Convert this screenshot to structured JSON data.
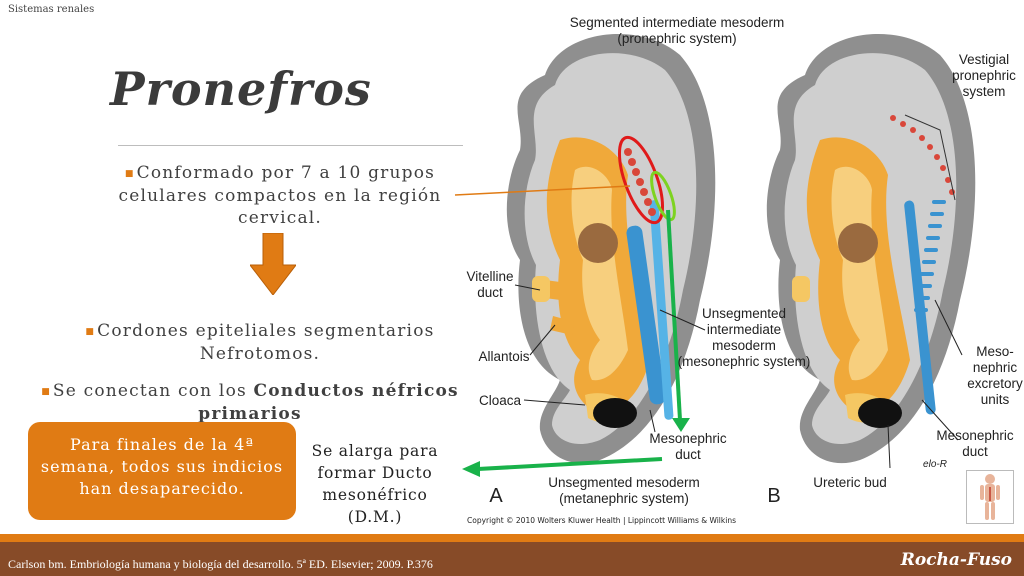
{
  "header": {
    "label": "Sistemas renales"
  },
  "title": "Pronefros",
  "bullets": [
    "Conformado por 7 a 10 grupos celulares compactos en la región cervical.",
    "Cordones epiteliales segmentarios Nefrotomos.",
    "Se conectan con los "
  ],
  "bullet3_bold": "Conductos néfricos primarios",
  "orange_box": "Para finales de la 4ª semana, todos sus indicios han desaparecido.",
  "side_note": "Se alarga para formar Ducto mesonéfrico (D.M.)",
  "figure": {
    "labels": {
      "segmented": "Segmented intermediate mesoderm",
      "segmented_sub": "(pronephric system)",
      "vestigial_1": "Vestigial",
      "vestigial_2": "pronephric",
      "vestigial_3": "system",
      "vitelline_1": "Vitelline",
      "vitelline_2": "duct",
      "allantois": "Allantois",
      "cloaca": "Cloaca",
      "unseg_1": "Unsegmented",
      "unseg_2": "intermediate",
      "unseg_3": "mesoderm",
      "unseg_4": "(mesonephric system)",
      "mesoduct_a1": "Mesonephric",
      "mesoduct_a2": "duct",
      "unseg_meta_1": "Unsegmented mesoderm",
      "unseg_meta_2": "(metanephric system)",
      "panel_a": "A",
      "panel_b": "B",
      "ureteric": "Ureteric bud",
      "meso_ex_1": "Meso-",
      "meso_ex_2": "nephric",
      "meso_ex_3": "excretory",
      "meso_ex_4": "units",
      "mesoduct_b1": "Mesonephric",
      "mesoduct_b2": "duct",
      "signature": "elo-R"
    },
    "copyright": "Copyright © 2010 Wolters Kluwer Health | Lippincott Williams & Wilkins"
  },
  "footer": {
    "citation": "Carlson bm. Embriología humana y biología del desarrollo. 5ª ED. Elsevier; 2009. P.376",
    "brand": "Rocha-Fuso"
  },
  "colors": {
    "accent": "#e07b14",
    "footer": "#874b28",
    "arrow_green": "#19b24a",
    "highlight_red": "#e01a1a"
  }
}
